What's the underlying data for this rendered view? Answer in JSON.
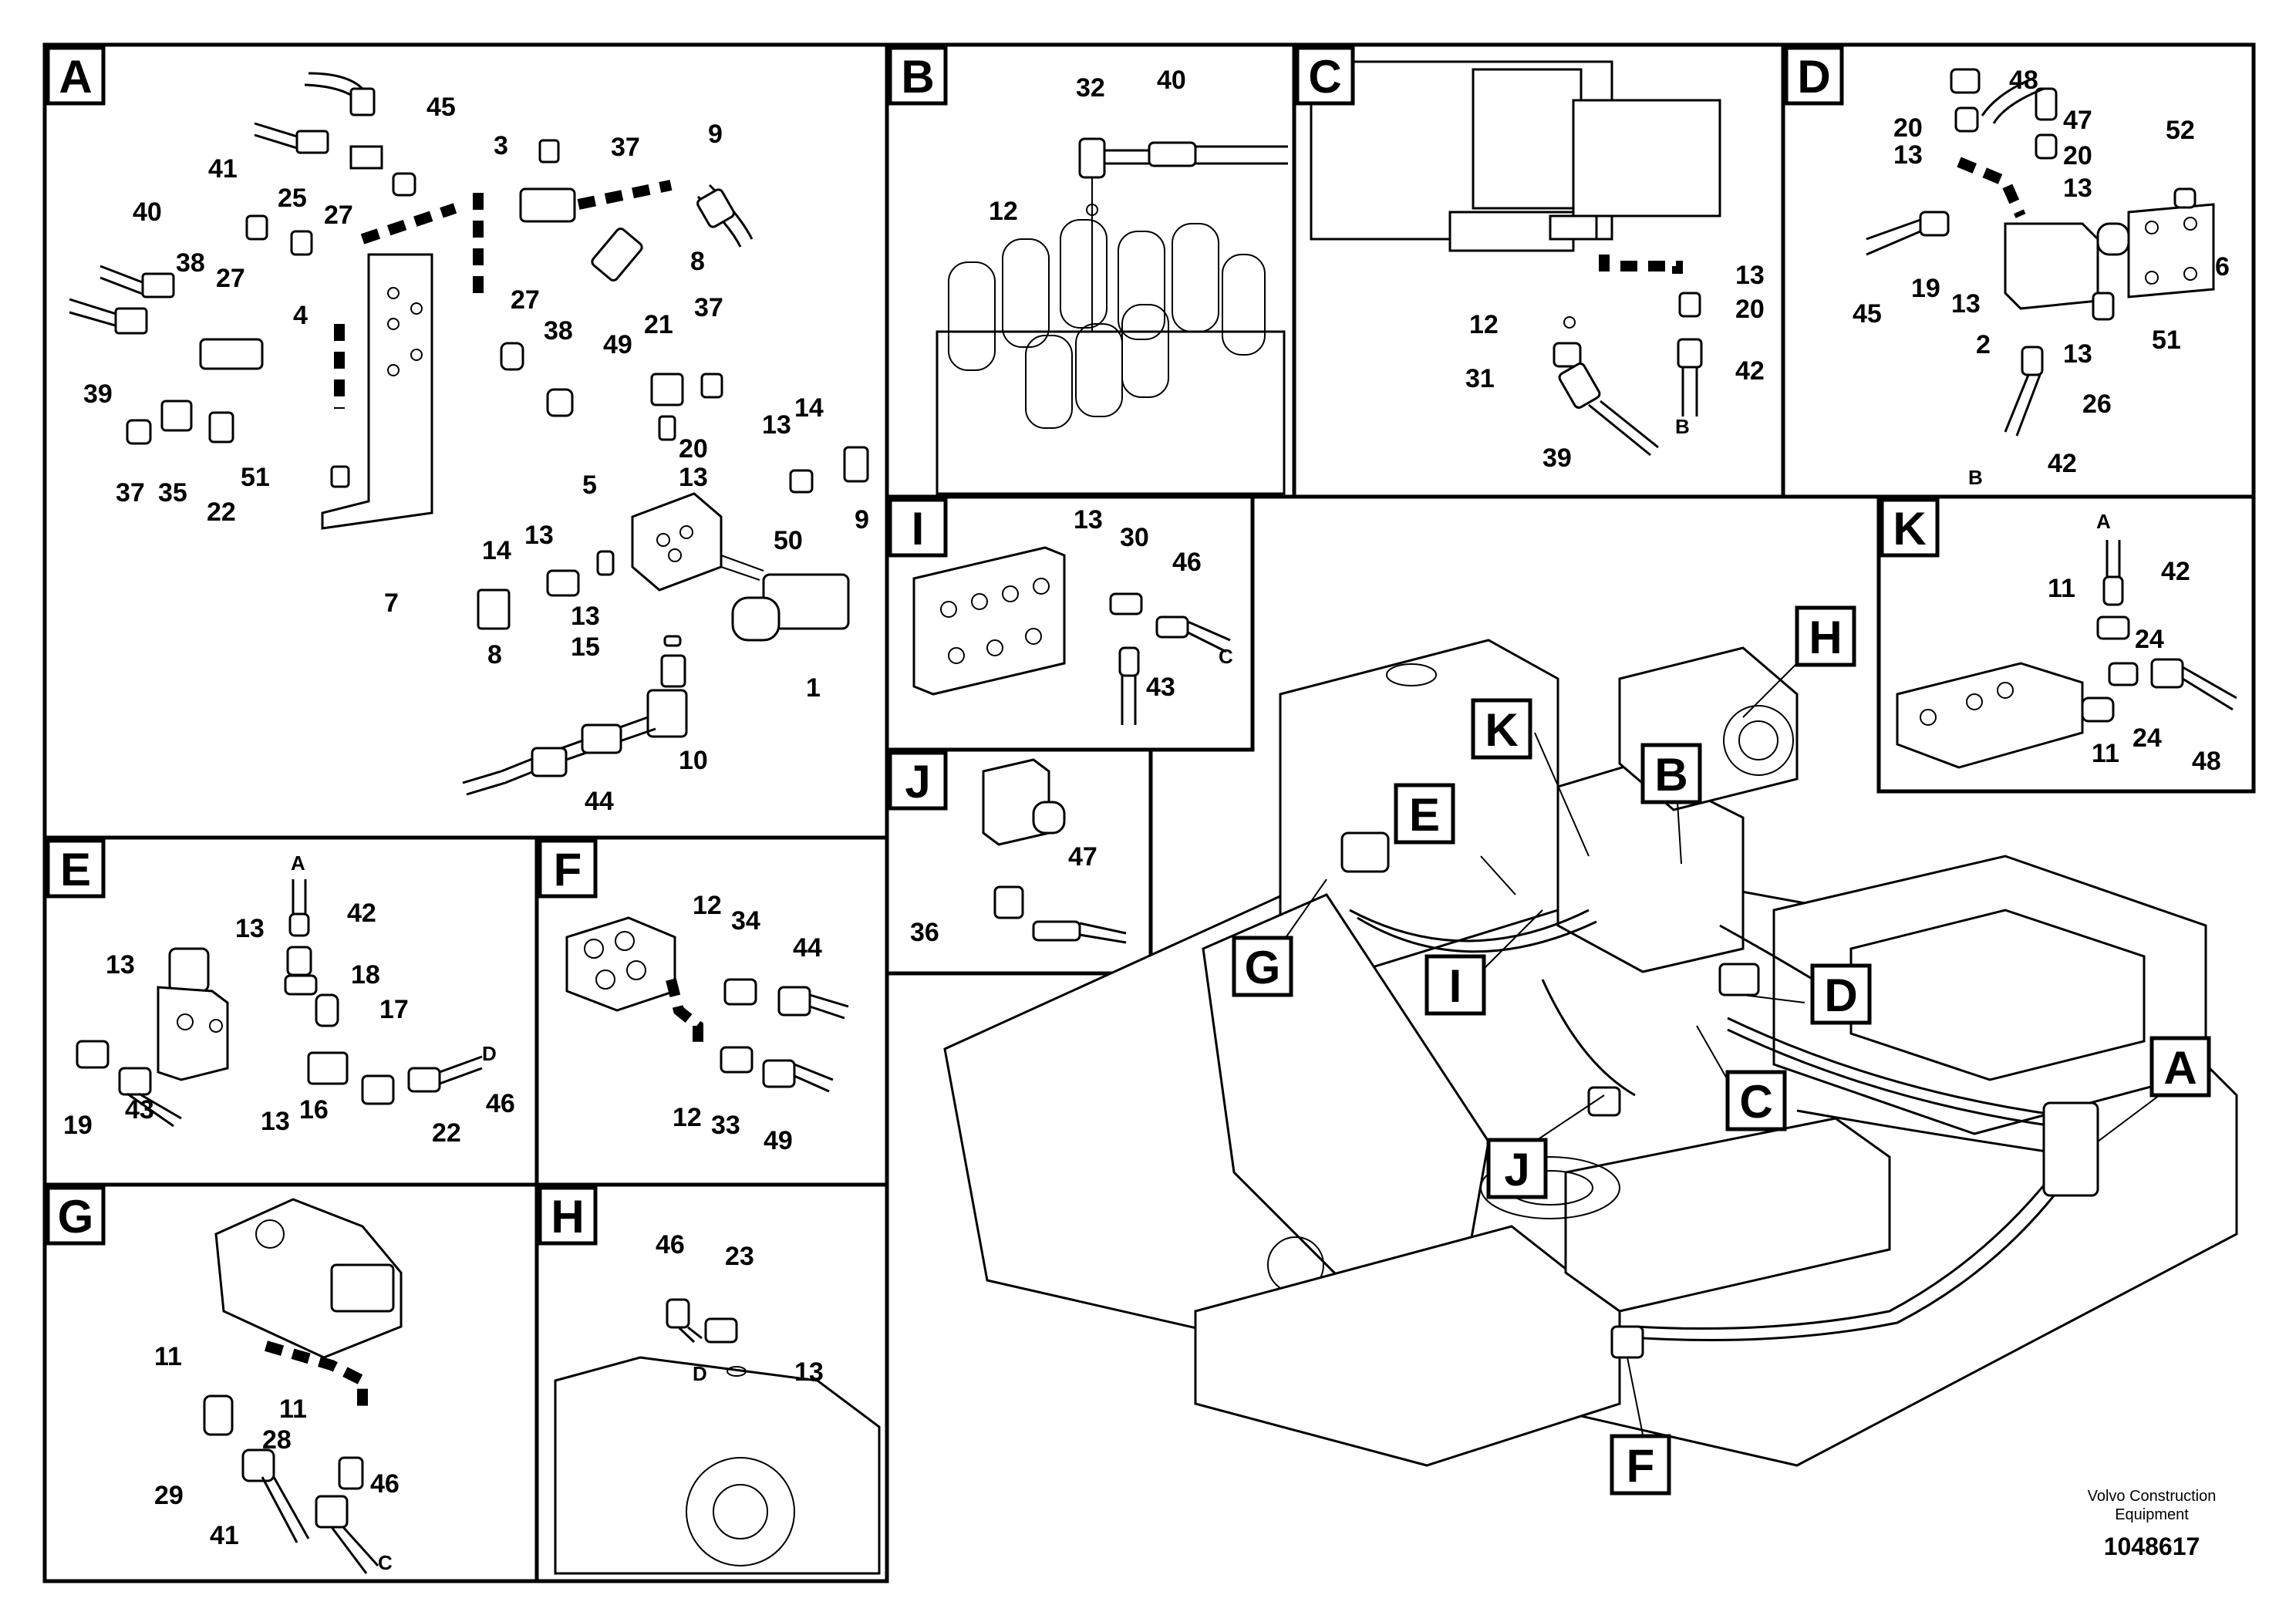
{
  "panels": [
    {
      "id": "A",
      "label": "A"
    },
    {
      "id": "B",
      "label": "B"
    },
    {
      "id": "C",
      "label": "C"
    },
    {
      "id": "D",
      "label": "D"
    },
    {
      "id": "E",
      "label": "E"
    },
    {
      "id": "F",
      "label": "F"
    },
    {
      "id": "G",
      "label": "G"
    },
    {
      "id": "H",
      "label": "H"
    },
    {
      "id": "I",
      "label": "I"
    },
    {
      "id": "J",
      "label": "J"
    },
    {
      "id": "K",
      "label": "K"
    }
  ],
  "callouts": {
    "A": [
      "45",
      "41",
      "25",
      "27",
      "3",
      "37",
      "9",
      "40",
      "38",
      "27",
      "4",
      "8",
      "27",
      "38",
      "49",
      "21",
      "37",
      "39",
      "37",
      "35",
      "22",
      "51",
      "20",
      "13",
      "14",
      "13",
      "9",
      "5",
      "13",
      "50",
      "14",
      "13",
      "8",
      "15",
      "7",
      "1",
      "10",
      "44"
    ],
    "B": [
      "32",
      "40",
      "12"
    ],
    "C": [
      "13",
      "20",
      "12",
      "42",
      "31",
      "39",
      "B"
    ],
    "D": [
      "48",
      "20",
      "47",
      "13",
      "20",
      "13",
      "52",
      "45",
      "19",
      "13",
      "6",
      "2",
      "13",
      "51",
      "26",
      "B",
      "42"
    ],
    "E": [
      "A",
      "42",
      "13",
      "18",
      "13",
      "17",
      "19",
      "43",
      "13",
      "16",
      "22",
      "D",
      "46"
    ],
    "F": [
      "12",
      "34",
      "44",
      "12",
      "33",
      "49"
    ],
    "G": [
      "11",
      "11",
      "28",
      "29",
      "41",
      "46",
      "C"
    ],
    "H": [
      "46",
      "23",
      "D",
      "13"
    ],
    "I": [
      "13",
      "30",
      "46",
      "C",
      "43"
    ],
    "J": [
      "47",
      "36"
    ],
    "K": [
      "A",
      "42",
      "11",
      "24",
      "11",
      "24",
      "48"
    ]
  },
  "overview_labels": [
    "H",
    "K",
    "B",
    "E",
    "G",
    "I",
    "D",
    "C",
    "A",
    "J",
    "F"
  ],
  "footer": {
    "company_line1": "Volvo Construction",
    "company_line2": "Equipment",
    "doc_number": "1048617"
  }
}
